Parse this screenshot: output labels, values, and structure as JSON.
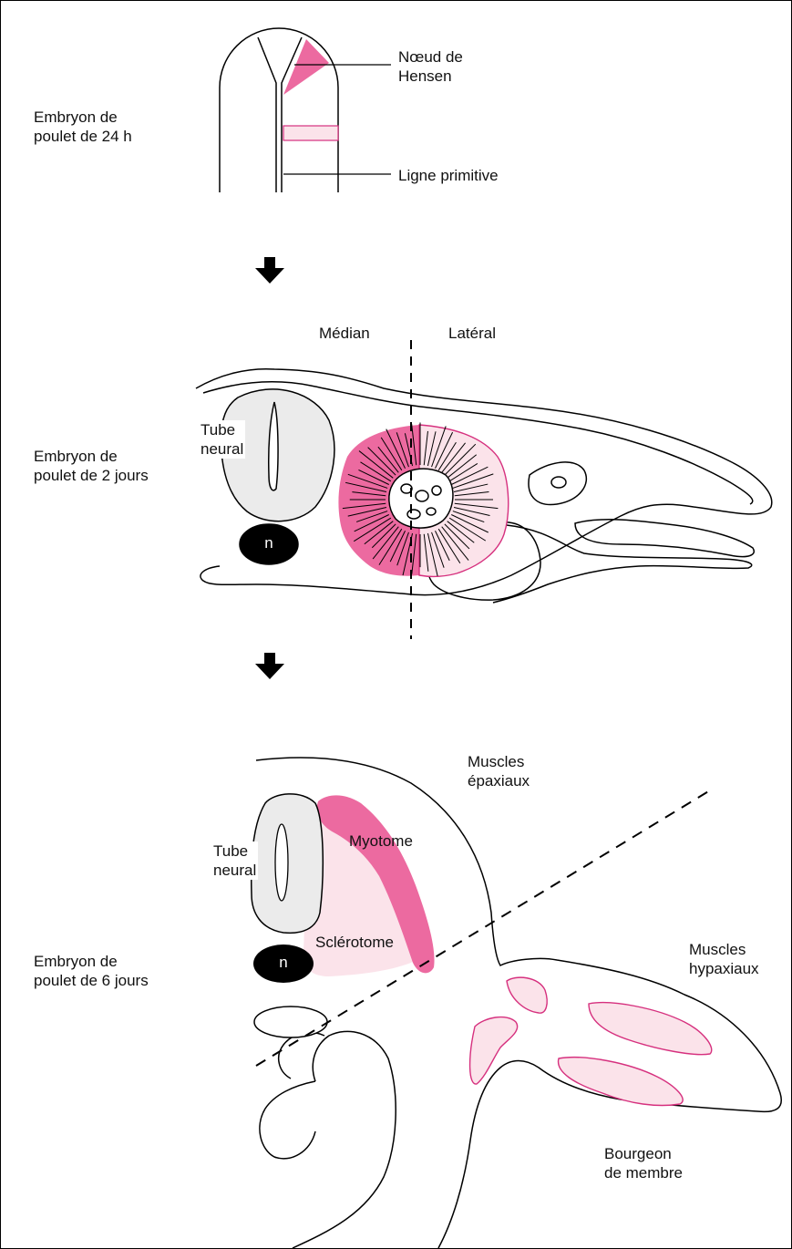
{
  "colors": {
    "pink": "#ec6aa0",
    "light_pink": "#fbe3ea",
    "magenta_outline": "#d6307e",
    "gray": "#ebebeb",
    "black": "#000000"
  },
  "stage1": {
    "label": "Embryon de\npoulet de 24 h",
    "node_label": "Nœud de\nHensen",
    "streak_label": "Ligne primitive"
  },
  "stage2": {
    "label": "Embryon de\npoulet de 2 jours",
    "medial": "Médian",
    "lateral": "Latéral",
    "tube": "Tube\nneural",
    "notochord": "n"
  },
  "stage3": {
    "label": "Embryon de\npoulet de 6 jours",
    "tube": "Tube\nneural",
    "notochord": "n",
    "myotome": "Myotome",
    "sclerotome": "Sclérotome",
    "epaxial": "Muscles\népaxiaux",
    "hypaxial": "Muscles\nhypaxiaux",
    "limb_bud": "Bourgeon\nde membre"
  }
}
